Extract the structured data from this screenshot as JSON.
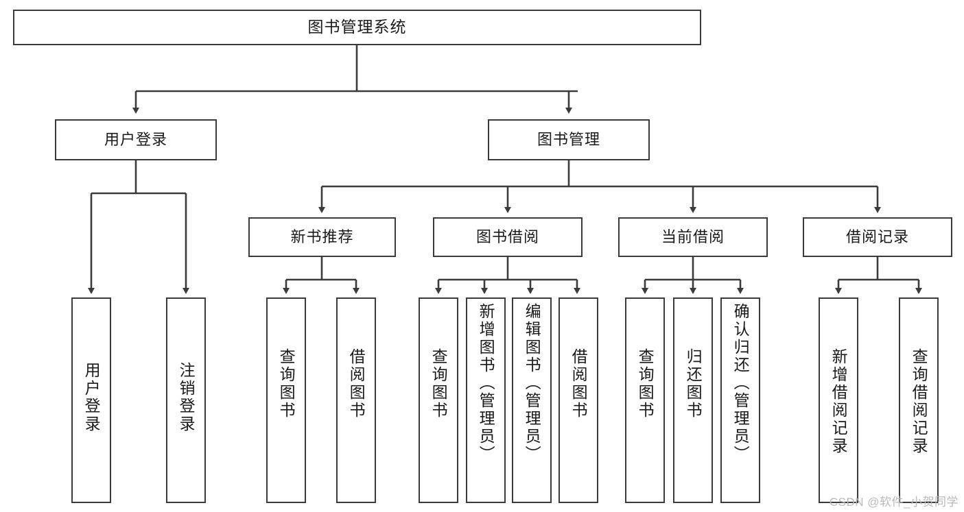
{
  "diagram": {
    "type": "tree",
    "title": "图书管理系统",
    "watermark": "CSDN @软件_小贺同学",
    "colors": {
      "stroke": "#3b3b3b",
      "fill": "#ffffff",
      "text": "#1a1a1a",
      "watermark": "#b9b9b9"
    },
    "nodes": {
      "root": {
        "label": "图书管理系统"
      },
      "level2": [
        {
          "label": "用户登录"
        },
        {
          "label": "图书管理"
        }
      ],
      "level3": [
        {
          "label": "新书推荐"
        },
        {
          "label": "图书借阅"
        },
        {
          "label": "当前借阅"
        },
        {
          "label": "借阅记录"
        }
      ],
      "leaves": [
        {
          "label": "用户登录"
        },
        {
          "label": "注销登录"
        },
        {
          "label": "查询图书"
        },
        {
          "label": "借阅图书"
        },
        {
          "label": "查询图书"
        },
        {
          "label": "新增图书（管理员）"
        },
        {
          "label": "编辑图书（管理员）"
        },
        {
          "label": "借阅图书"
        },
        {
          "label": "查询图书"
        },
        {
          "label": "归还图书"
        },
        {
          "label": "确认归还（管理员）"
        },
        {
          "label": "新增借阅记录"
        },
        {
          "label": "查询借阅记录"
        }
      ]
    }
  }
}
